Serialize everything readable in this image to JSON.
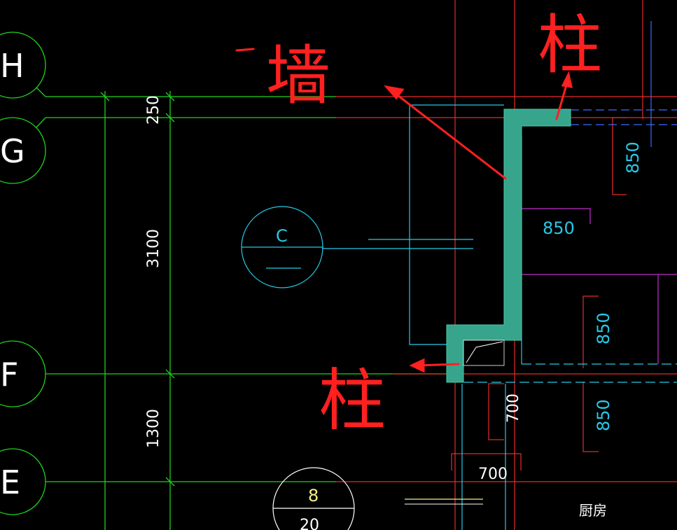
{
  "axis_labels": [
    "H",
    "G",
    "F",
    "E"
  ],
  "dimensions": {
    "left_250": "250",
    "left_3100": "3100",
    "left_1300": "1300",
    "right_850_top": "850",
    "inner_850": "850",
    "right_850_mid": "850",
    "right_850_bottom": "850",
    "vertical_700": "700",
    "horizontal_700": "700"
  },
  "tags": {
    "circle_c": "C",
    "circle_8": "8",
    "circle_20": "20"
  },
  "room_label": "厨房",
  "annotations": {
    "wall": "墙",
    "column_top": "柱",
    "column_bottom": "柱"
  },
  "colors": {
    "background": "#000000",
    "grid_green": "#1fd11f",
    "red_line": "#e52b2b",
    "cyan_line": "#27c9e6",
    "magenta_line": "#c02fc9",
    "wall_fill": "#36a58c",
    "annotation_red": "#ff2020",
    "blue_line": "#3b6bff"
  }
}
